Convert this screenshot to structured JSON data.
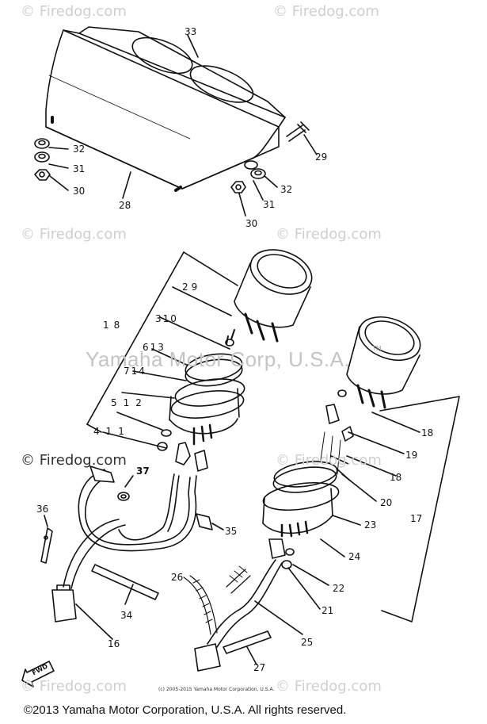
{
  "watermark": "© Firedog.com",
  "overlay_text": "Yamaha Motor Corp, U.S.A.",
  "overlay_tm": "TM",
  "parts": [
    "33",
    "32",
    "31",
    "30",
    "29",
    "32",
    "31",
    "30",
    "28",
    "29",
    "310",
    "18",
    "613",
    "714",
    "512",
    "411",
    "37",
    "36",
    "35",
    "34",
    "16",
    "26",
    "27",
    "25",
    "21",
    "22",
    "24",
    "23",
    "17",
    "20",
    "18",
    "19",
    "18"
  ],
  "arrow_label": "FWD",
  "image_credit": "(c) 2005-2015 Yamaha Motor Corporation, U.S.A.",
  "copyright": "©2013 Yamaha Motor Corporation, U.S.A. All rights reserved."
}
